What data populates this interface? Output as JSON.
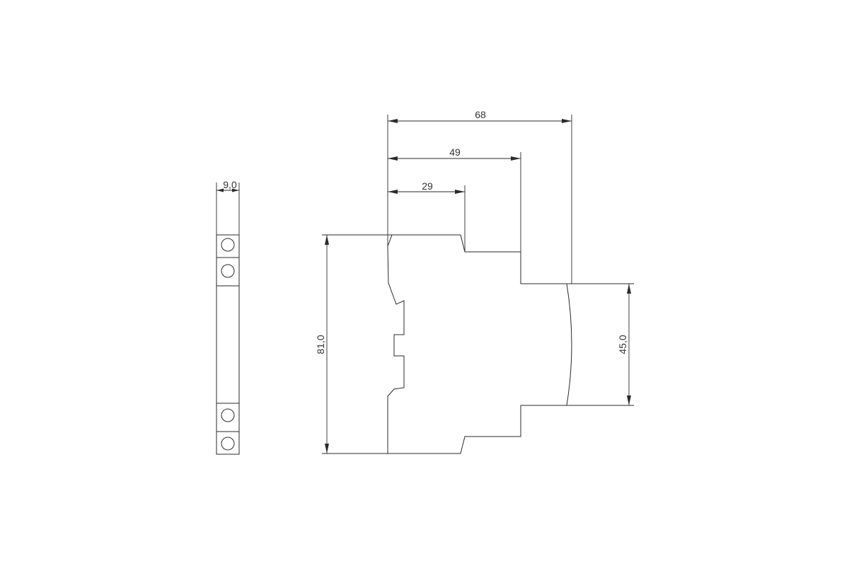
{
  "dimensions": {
    "side_width": "9,0",
    "total_depth": "68",
    "mid_depth": "49",
    "front_depth": "29",
    "total_height": "81,0",
    "front_height": "45,0"
  }
}
